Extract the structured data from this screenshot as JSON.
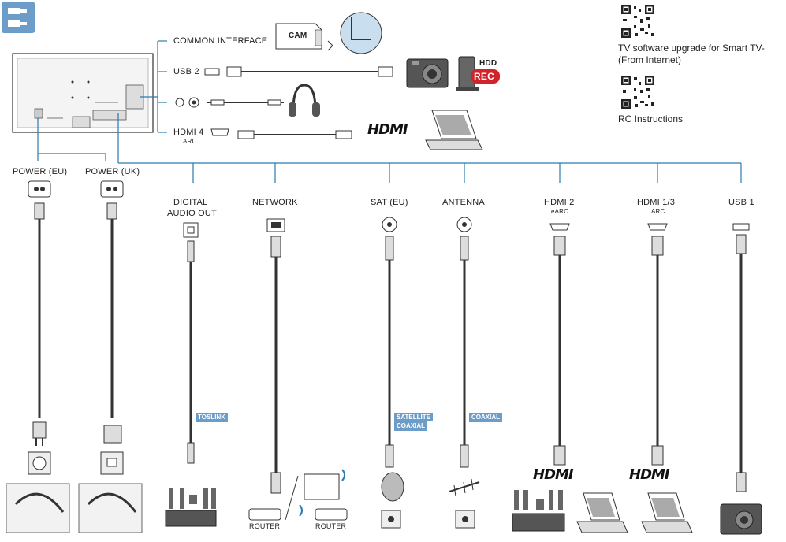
{
  "top_connectors": {
    "common_interface": "COMMON INTERFACE",
    "cam": "CAM",
    "usb2": "USB 2",
    "hdd": "HDD",
    "rec": "REC",
    "hdmi4": "HDMI 4",
    "hdmi4_sub": "ARC",
    "hdmi_logo": "HDMI"
  },
  "bottom_connectors": {
    "power_eu": "POWER (EU)",
    "power_uk": "POWER (UK)",
    "digital_audio_line1": "DIGITAL",
    "digital_audio_line2": "AUDIO OUT",
    "network": "NETWORK",
    "sat": "SAT (EU)",
    "antenna": "ANTENNA",
    "hdmi2": "HDMI 2",
    "hdmi2_sub": "eARC",
    "hdmi13": "HDMI 1/3",
    "hdmi13_sub": "ARC",
    "usb1": "USB 1"
  },
  "cable_tags": {
    "toslink": "TOSLINK",
    "sat_line1": "SATELLITE",
    "sat_line2": "COAXIAL",
    "coaxial": "COAXIAL"
  },
  "devices": {
    "router1": "ROUTER",
    "router2": "ROUTER",
    "hdmi_logo_left": "HDMI",
    "hdmi_logo_right": "HDMI"
  },
  "right_panel": {
    "upgrade_text": "TV software upgrade for Smart TV-",
    "upgrade_text2": "(From Internet)",
    "rc_text": "RC Instructions"
  },
  "colors": {
    "line_blue": "#2a7ab0",
    "tag_blue": "#6c9cc8",
    "rec_red": "#d0232a",
    "icon_bg": "#6c9cc8"
  }
}
